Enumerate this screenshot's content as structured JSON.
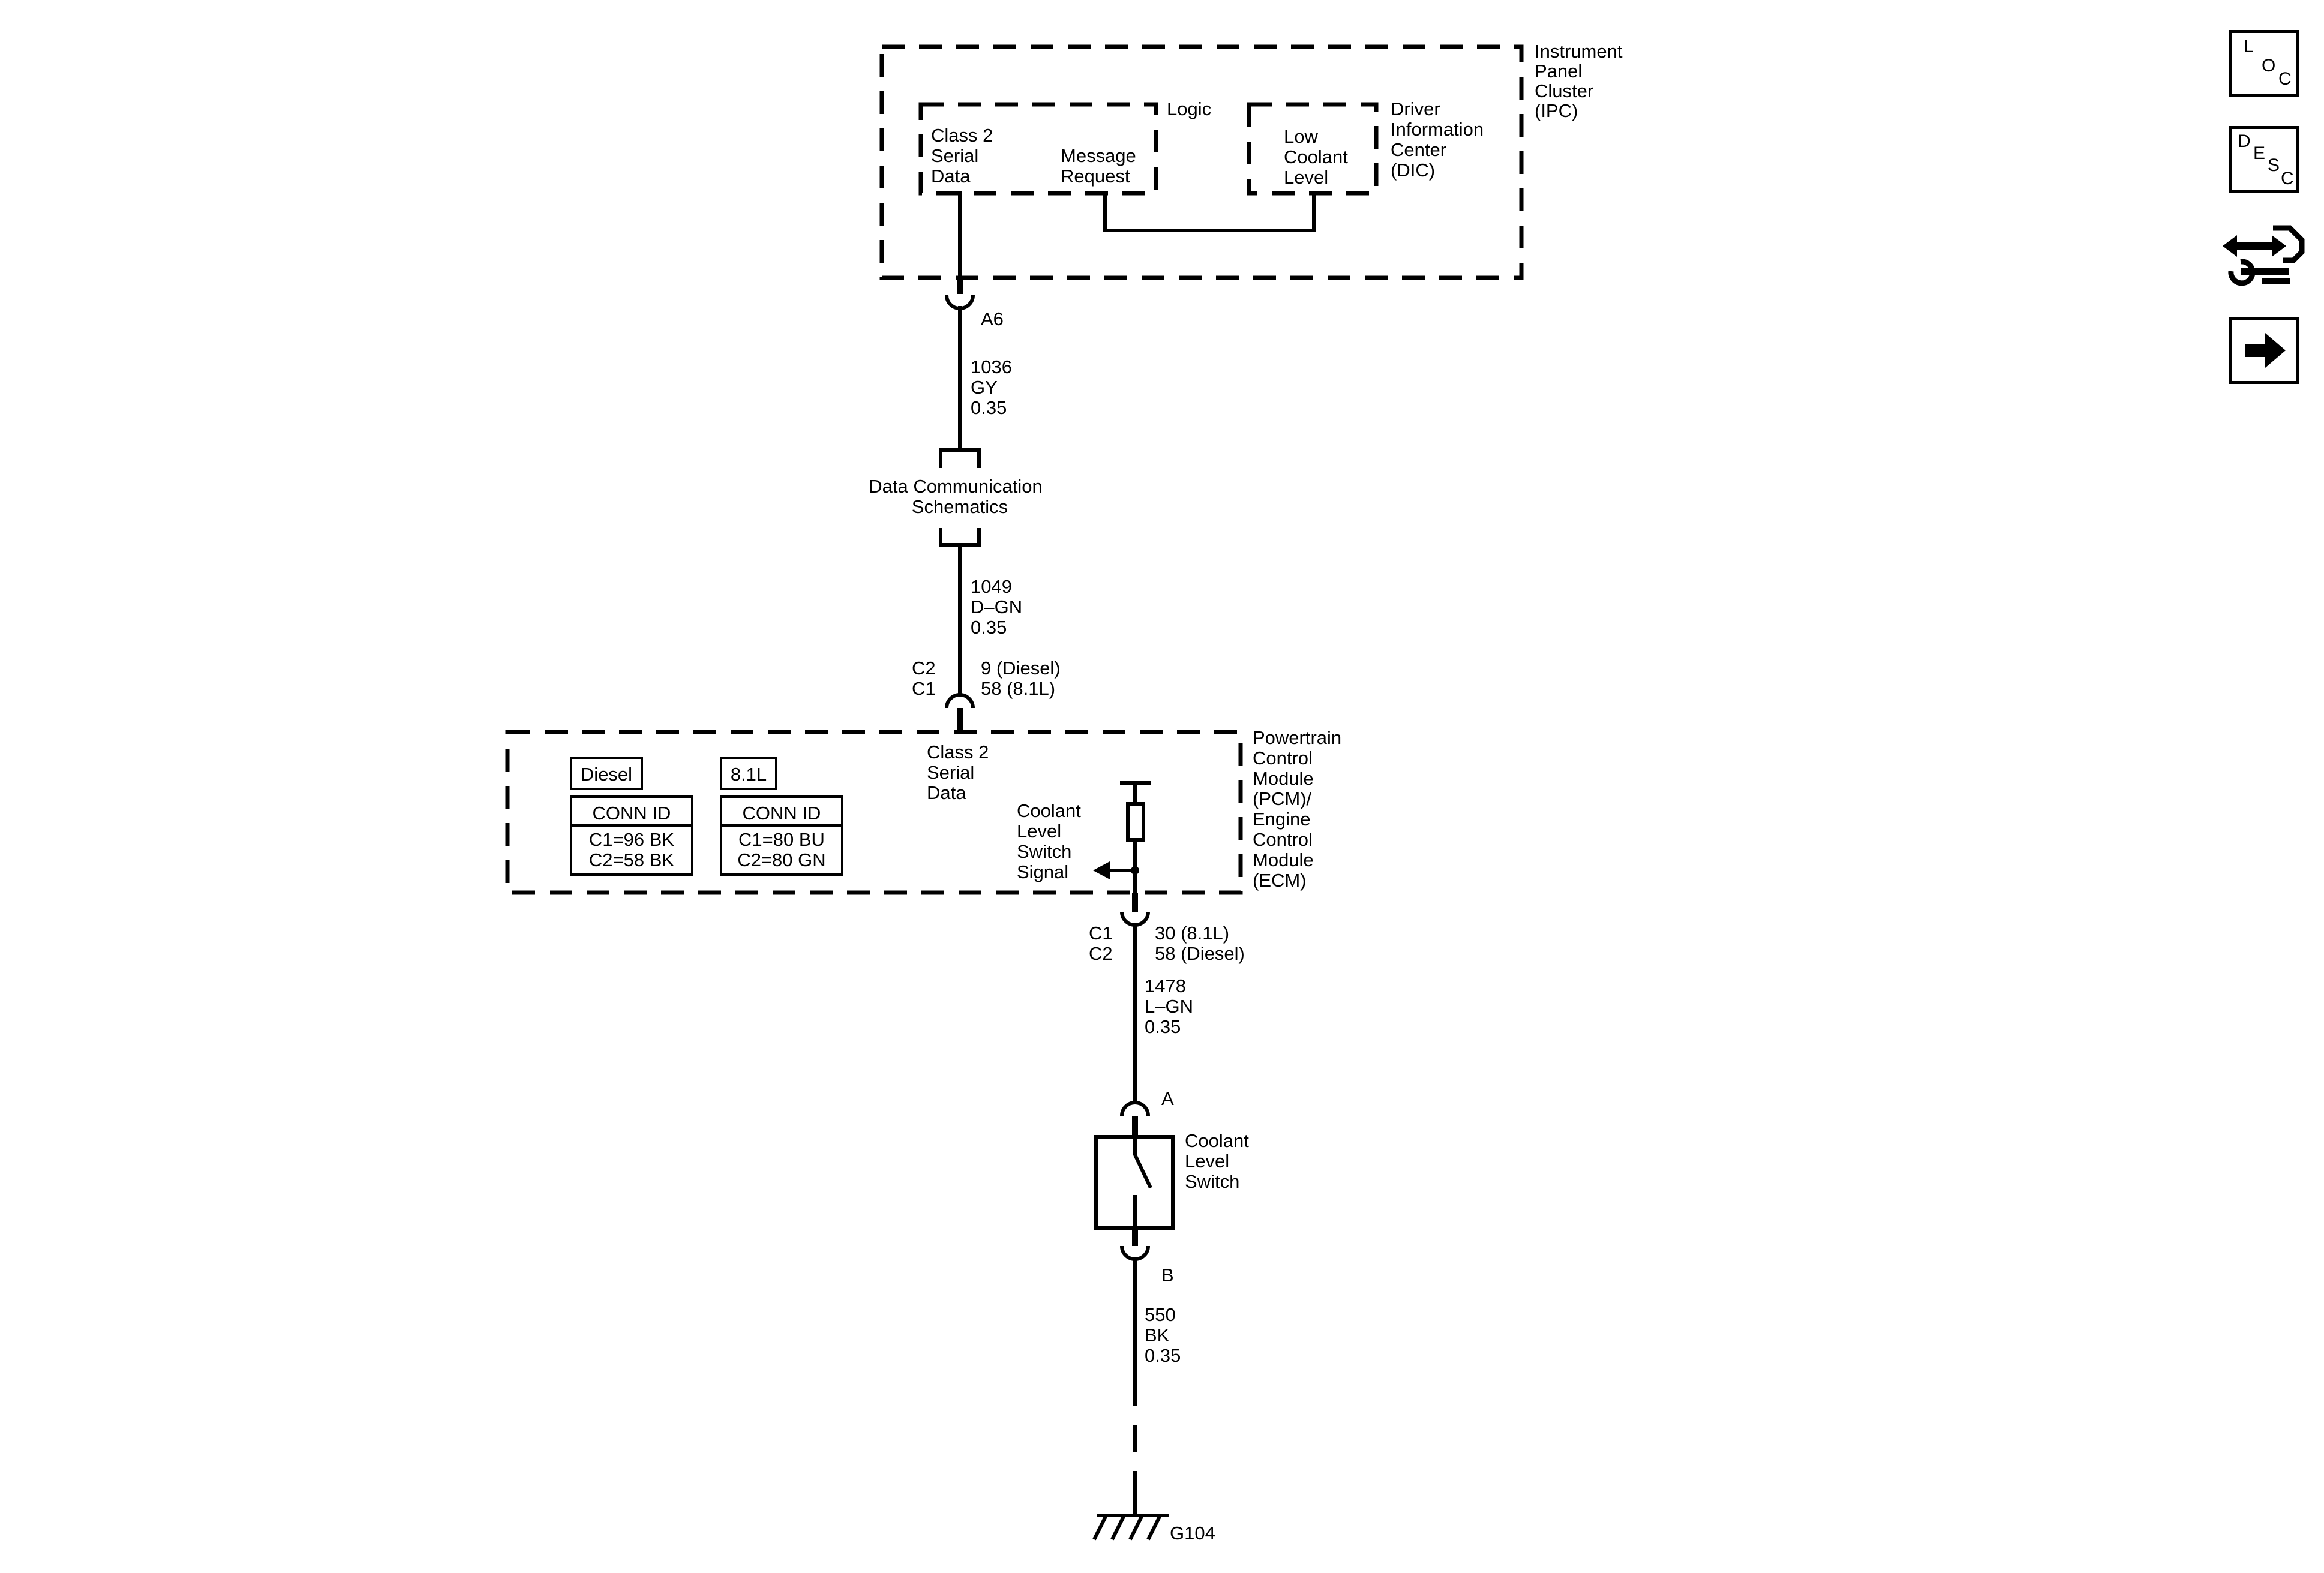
{
  "ipc": {
    "title": [
      "Instrument",
      "Panel",
      "Cluster",
      "(IPC)"
    ],
    "logic_label": "Logic",
    "class2": [
      "Class 2",
      "Serial",
      "Data"
    ],
    "message": [
      "Message",
      "Request"
    ],
    "low_coolant": [
      "Low",
      "Coolant",
      "Level"
    ],
    "dic": [
      "Driver",
      "Information",
      "Center",
      "(DIC)"
    ]
  },
  "wire_1036": {
    "connector": "A6",
    "circuit": "1036",
    "color": "GY",
    "size": "0.35"
  },
  "data_comm": [
    "Data Communication",
    "Schematics"
  ],
  "wire_1049": {
    "circuit": "1049",
    "color": "D–GN",
    "size": "0.35",
    "conn_top": "C2",
    "conn_bottom": "C1",
    "pin_top": "9 (Diesel)",
    "pin_bottom": "58 (8.1L)"
  },
  "pcm": {
    "title": [
      "Powertrain",
      "Control",
      "Module",
      "(PCM)/",
      "Engine",
      "Control",
      "Module",
      "(ECM)"
    ],
    "class2": [
      "Class 2",
      "Serial",
      "Data"
    ],
    "coolant_signal": [
      "Coolant",
      "Level",
      "Switch",
      "Signal"
    ],
    "diesel_label": "Diesel",
    "v81_label": "8.1L",
    "diesel_conn": [
      "CONN ID",
      "C1=96 BK",
      "C2=58 BK"
    ],
    "v81_conn": [
      "CONN ID",
      "C1=80 BU",
      "C2=80 GN"
    ]
  },
  "wire_1478": {
    "conn_top": "C1",
    "conn_bottom": "C2",
    "pin_top": "30 (8.1L)",
    "pin_bottom": "58 (Diesel)",
    "circuit": "1478",
    "color": "L–GN",
    "size": "0.35"
  },
  "switch": {
    "pin_a": "A",
    "pin_b": "B",
    "name": [
      "Coolant",
      "Level",
      "Switch"
    ]
  },
  "wire_550": {
    "circuit": "550",
    "color": "BK",
    "size": "0.35"
  },
  "ground": "G104",
  "nav": {
    "loc": [
      "L",
      "O",
      "C"
    ],
    "desc": [
      "D",
      "E",
      "S",
      "C"
    ]
  }
}
